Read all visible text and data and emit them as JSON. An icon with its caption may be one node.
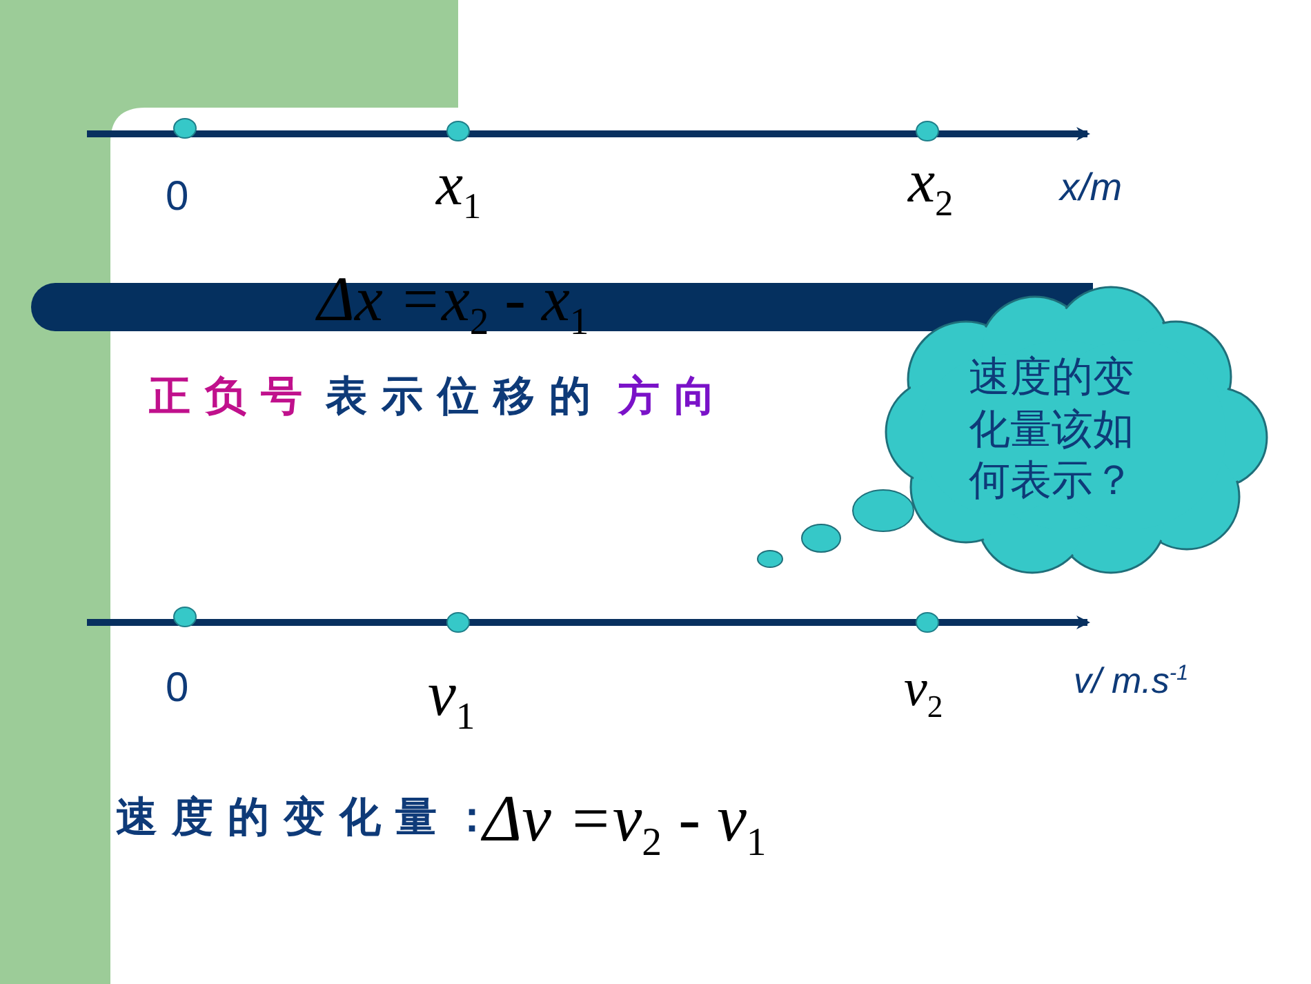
{
  "diagram": {
    "nodes": [
      {
        "text": [
          "速度的变化量该如何表示？"
        ]
      }
    ],
    "edges": [],
    "labels": [
      "0",
      "x$_{1}$",
      "x$_{2}$",
      "x/m",
      "Δx =x$_{2}$ - x$_{1}$",
      "正负号",
      "表示位移的",
      "方向",
      "0",
      "v$_{1}$",
      "v$_{2}$",
      "v/ m.s$^{-1}$",
      "速度的变化量：",
      "Δv =v$_{2}$ - v$_{1}$"
    ]
  }
}
